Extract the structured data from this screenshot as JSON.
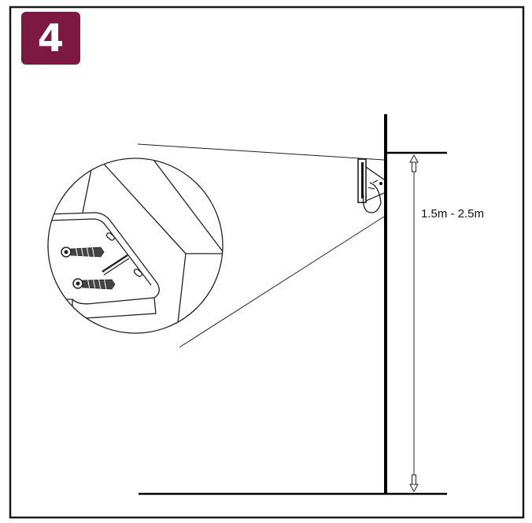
{
  "step": {
    "number": "4",
    "badge_color": "#7d1840"
  },
  "dimension": {
    "label": "1.5m - 2.5m"
  },
  "icons": {
    "zoom_callout": "magnified-bracket-detail",
    "device": "wall-mounted-device",
    "screws": "wall-screw-icon",
    "arrows": "dimension-arrow-icon"
  }
}
